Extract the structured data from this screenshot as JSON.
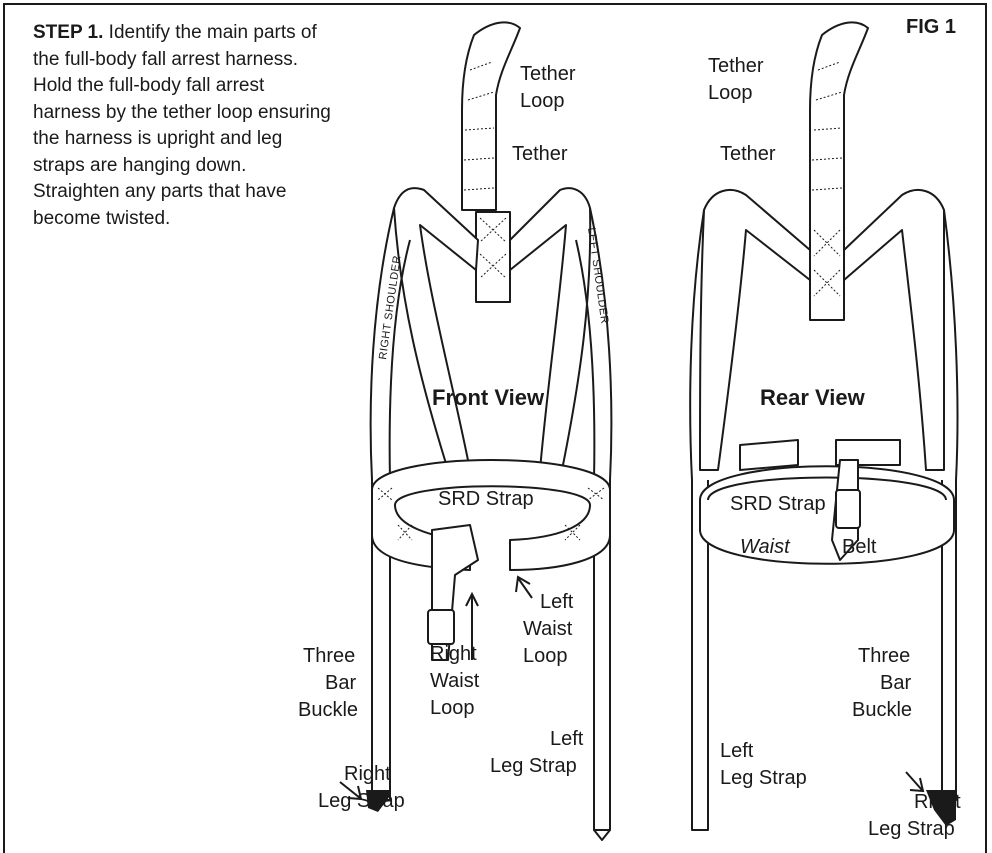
{
  "instruction": {
    "step_label": "STEP 1.",
    "text": " Identify the main parts of the full-body fall arrest harness. Hold the full-body fall arrest harness by the tether loop ensuring the harness is upright and leg straps are hanging down. Straighten any parts that have become twisted."
  },
  "figure_label": "FIG 1",
  "front": {
    "title": "Front View",
    "tether_loop": [
      "Tether",
      "Loop"
    ],
    "tether": "Tether",
    "right_shoulder": "RIGHT SHOULDER",
    "left_shoulder": "LEFT SHOULDER",
    "srd_strap": "SRD Strap",
    "right_waist_loop": [
      "Right",
      "Waist",
      "Loop"
    ],
    "left_waist_loop": [
      "Left",
      "Waist",
      "Loop"
    ],
    "three_bar_buckle": [
      "Three",
      "Bar",
      "Buckle"
    ],
    "right_leg_strap": [
      "Right",
      "Leg Strap"
    ],
    "left_leg_strap": [
      "Left",
      "Leg Strap"
    ]
  },
  "rear": {
    "title": "Rear View",
    "tether_loop": [
      "Tether",
      "Loop"
    ],
    "tether": "Tether",
    "srd_strap": "SRD Strap",
    "waist_belt": [
      "Waist",
      "Belt"
    ],
    "three_bar_buckle": [
      "Three",
      "Bar",
      "Buckle"
    ],
    "left_leg_strap": [
      "Left",
      "Leg Strap"
    ],
    "right_leg_strap": [
      "Right",
      "Leg Strap"
    ]
  }
}
